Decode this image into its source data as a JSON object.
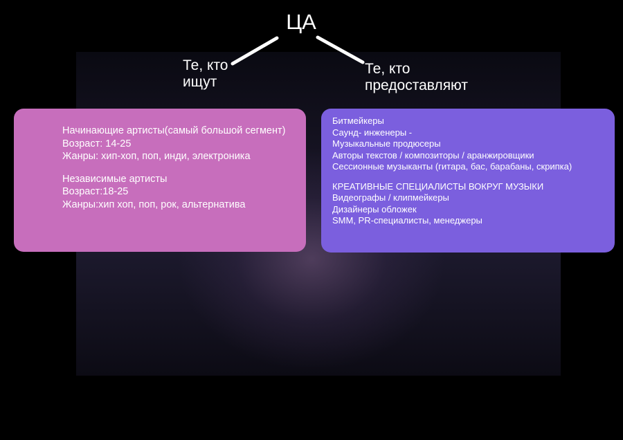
{
  "title": "ЦА",
  "branches": {
    "left_label": "Те, кто ищут",
    "right_label": "Те, кто предоставляют"
  },
  "left_card": {
    "group1": {
      "heading": "Начинающие артисты(самый большой сегмент)",
      "age": "Возраст: 14-25",
      "genres": "Жанры: хип-хоп, поп, инди, электроника"
    },
    "group2": {
      "heading": "Независимые артисты",
      "age": "Возраст:18-25",
      "genres": "Жанры:хип хоп, поп, рок, альтернатива"
    }
  },
  "right_card": {
    "group1": [
      "Битмейкеры",
      "Саунд- инженеры  -",
      "Музыкальные продюсеры",
      "Авторы текстов / композиторы / аранжировщики",
      "Сессионные музыканты (гитара, бас, барабаны, скрипка)"
    ],
    "group2_heading": "КРЕАТИВНЫЕ СПЕЦИАЛИСТЫ ВОКРУГ МУЗЫКИ",
    "group2": [
      "Видеографы /  клипмейкеры",
      "Дизайнеры обложек",
      "SMM, PR-специалисты, менеджеры"
    ]
  },
  "colors": {
    "background": "#000000",
    "left_card": "#c76ebc",
    "right_card": "#7b5fde",
    "text": "#ffffff",
    "connector": "#ffffff"
  }
}
